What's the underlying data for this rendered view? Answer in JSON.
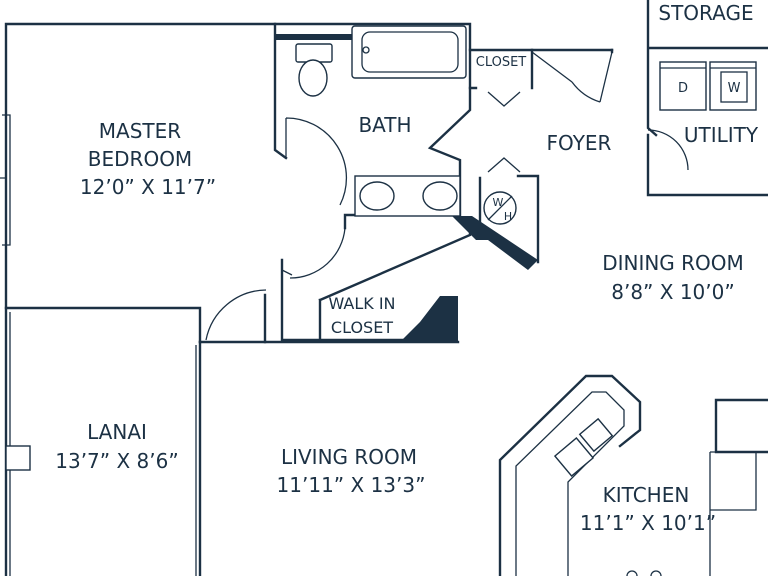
{
  "rooms": {
    "storage": {
      "name": "STORAGE"
    },
    "utility": {
      "name": "UTILITY",
      "washer": "W",
      "dryer": "D"
    },
    "closet": {
      "name": "CLOSET"
    },
    "foyer": {
      "name": "FOYER"
    },
    "bath": {
      "name": "BATH"
    },
    "master": {
      "name_line1": "MASTER",
      "name_line2": "BEDROOM",
      "dims": "12’0” X 11’7”"
    },
    "walkin": {
      "name_line1": "WALK IN",
      "name_line2": "CLOSET"
    },
    "water_heater": {
      "top": "W",
      "bottom": "H"
    },
    "dining": {
      "name": "DINING ROOM",
      "dims": "8’8” X 10’0”"
    },
    "lanai": {
      "name": "LANAI",
      "dims": "13’7” X 8’6”"
    },
    "living": {
      "name": "LIVING ROOM",
      "dims": "11’11” X 13’3”"
    },
    "kitchen": {
      "name": "KITCHEN",
      "dims": "11’1” X 10’1”"
    }
  },
  "colors": {
    "line": "#1c3144",
    "background": "#ffffff"
  }
}
